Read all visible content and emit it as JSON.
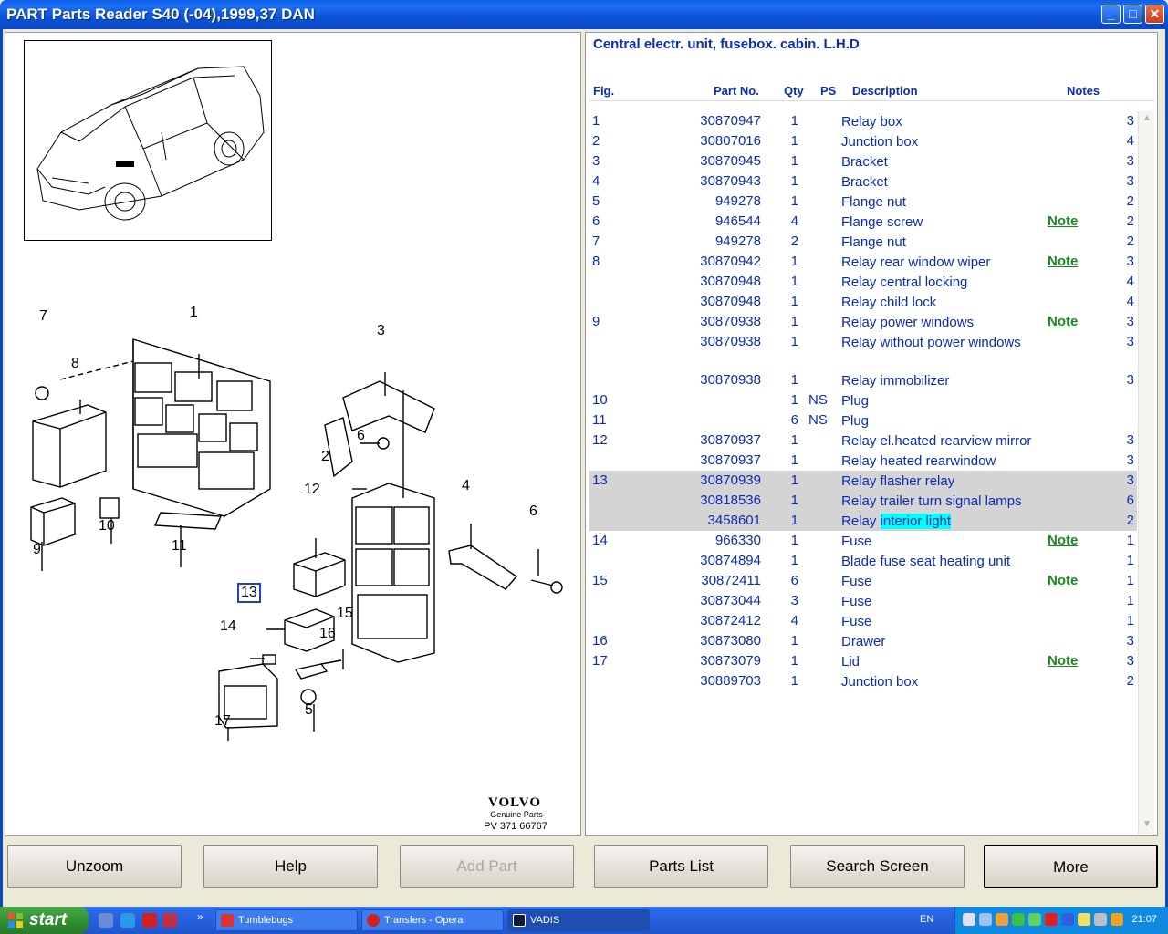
{
  "window": {
    "title": "PART Parts Reader S40 (-04),1999,37 DAN",
    "minimize": "_",
    "maximize": "□",
    "close": "✕"
  },
  "diagram": {
    "callouts": [
      "7",
      "1",
      "8",
      "3",
      "6",
      "2",
      "12",
      "4",
      "6",
      "10",
      "11",
      "9",
      "13",
      "14",
      "15",
      "16",
      "17",
      "5"
    ],
    "brand": "VOLVO",
    "brand_sub": "Genuine Parts",
    "code": "PV 371 66767"
  },
  "parts": {
    "heading": "Central electr. unit, fusebox. cabin. L.H.D",
    "columns": {
      "fig": "Fig.",
      "part_no": "Part No.",
      "qty": "Qty",
      "ps": "PS",
      "description": "Description",
      "notes": "Notes"
    },
    "rows": [
      {
        "fig": "1",
        "part": "30870947",
        "qty": "1",
        "ps": "",
        "desc": "Relay box",
        "note": "",
        "n": "3"
      },
      {
        "fig": "2",
        "part": "30807016",
        "qty": "1",
        "ps": "",
        "desc": "Junction box",
        "note": "",
        "n": "4"
      },
      {
        "fig": "3",
        "part": "30870945",
        "qty": "1",
        "ps": "",
        "desc": "Bracket",
        "note": "",
        "n": "3"
      },
      {
        "fig": "4",
        "part": "30870943",
        "qty": "1",
        "ps": "",
        "desc": "Bracket",
        "note": "",
        "n": "3"
      },
      {
        "fig": "5",
        "part": "949278",
        "qty": "1",
        "ps": "",
        "desc": "Flange nut",
        "note": "",
        "n": "2"
      },
      {
        "fig": "6",
        "part": "946544",
        "qty": "4",
        "ps": "",
        "desc": "Flange screw",
        "note": "Note",
        "n": "2"
      },
      {
        "fig": "7",
        "part": "949278",
        "qty": "2",
        "ps": "",
        "desc": "Flange nut",
        "note": "",
        "n": "2"
      },
      {
        "fig": "8",
        "part": "30870942",
        "qty": "1",
        "ps": "",
        "desc": "Relay rear window wiper",
        "note": "Note",
        "n": "3"
      },
      {
        "fig": "",
        "part": "30870948",
        "qty": "1",
        "ps": "",
        "desc": "Relay central locking",
        "note": "",
        "n": "4"
      },
      {
        "fig": "",
        "part": "30870948",
        "qty": "1",
        "ps": "",
        "desc": "Relay child lock",
        "note": "",
        "n": "4"
      },
      {
        "fig": "9",
        "part": "30870938",
        "qty": "1",
        "ps": "",
        "desc": "Relay power windows",
        "note": "Note",
        "n": "3"
      },
      {
        "fig": "",
        "part": "30870938",
        "qty": "1",
        "ps": "",
        "desc": "Relay without power windows",
        "note": "",
        "n": "3",
        "two": true
      },
      {
        "fig": "",
        "part": "30870938",
        "qty": "1",
        "ps": "",
        "desc": "Relay immobilizer",
        "note": "",
        "n": "3"
      },
      {
        "fig": "10",
        "part": "",
        "qty": "1",
        "ps": "NS",
        "desc": "Plug",
        "note": "",
        "n": ""
      },
      {
        "fig": "11",
        "part": "",
        "qty": "6",
        "ps": "NS",
        "desc": "Plug",
        "note": "",
        "n": ""
      },
      {
        "fig": "12",
        "part": "30870937",
        "qty": "1",
        "ps": "",
        "desc": "Relay el.heated rearview mirror",
        "note": "",
        "n": "3"
      },
      {
        "fig": "",
        "part": "30870937",
        "qty": "1",
        "ps": "",
        "desc": "Relay heated rearwindow",
        "note": "",
        "n": "3"
      },
      {
        "fig": "13",
        "part": "30870939",
        "qty": "1",
        "ps": "",
        "desc": "Relay flasher relay",
        "note": "",
        "n": "3",
        "hl": true
      },
      {
        "fig": "",
        "part": "30818536",
        "qty": "1",
        "ps": "",
        "desc": "Relay trailer turn signal lamps",
        "note": "",
        "n": "6",
        "hl": true
      },
      {
        "fig": "",
        "part": "3458601",
        "qty": "1",
        "ps": "",
        "desc": "Relay",
        "mark": "interior light",
        "note": "",
        "n": "2",
        "hl": true
      },
      {
        "fig": "14",
        "part": "966330",
        "qty": "1",
        "ps": "",
        "desc": "Fuse",
        "note": "Note",
        "n": "1"
      },
      {
        "fig": "",
        "part": "30874894",
        "qty": "1",
        "ps": "",
        "desc": "Blade fuse seat heating unit",
        "note": "",
        "n": "1"
      },
      {
        "fig": "15",
        "part": "30872411",
        "qty": "6",
        "ps": "",
        "desc": "Fuse",
        "note": "Note",
        "n": "1"
      },
      {
        "fig": "",
        "part": "30873044",
        "qty": "3",
        "ps": "",
        "desc": "Fuse",
        "note": "",
        "n": "1"
      },
      {
        "fig": "",
        "part": "30872412",
        "qty": "4",
        "ps": "",
        "desc": "Fuse",
        "note": "",
        "n": "1"
      },
      {
        "fig": "16",
        "part": "30873080",
        "qty": "1",
        "ps": "",
        "desc": "Drawer",
        "note": "",
        "n": "3"
      },
      {
        "fig": "17",
        "part": "30873079",
        "qty": "1",
        "ps": "",
        "desc": "Lid",
        "note": "Note",
        "n": "3"
      },
      {
        "fig": "",
        "part": "30889703",
        "qty": "1",
        "ps": "",
        "desc": "Junction box",
        "note": "",
        "n": "2"
      }
    ]
  },
  "buttons": {
    "unzoom": "Unzoom",
    "help": "Help",
    "add_part": "Add Part",
    "parts_list": "Parts List",
    "search_screen": "Search Screen",
    "more": "More"
  },
  "taskbar": {
    "start": "start",
    "overflow": "»",
    "tasks": [
      "Tumblebugs",
      "Transfers - Opera",
      "VADIS"
    ],
    "lang": "EN",
    "clock": "21:07"
  },
  "colors": {
    "link_blue": "#0b2bb8",
    "note_green": "#1a8a20",
    "highlight": "#00ffff",
    "selected_row": "#d4d4d4"
  }
}
